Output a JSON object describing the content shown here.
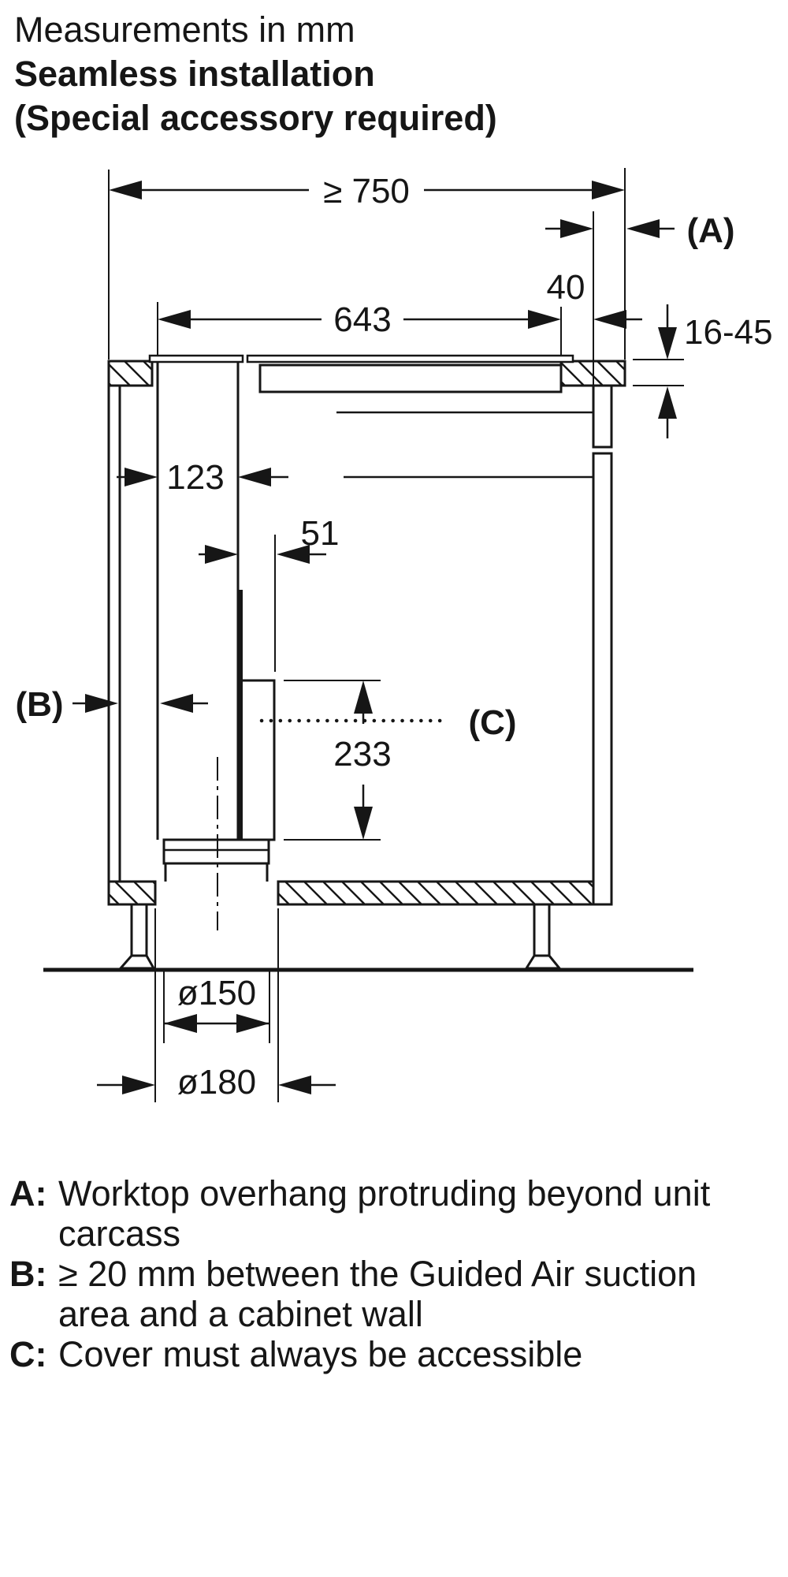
{
  "title": {
    "line1": "Measurements in mm",
    "line2": "Seamless installation",
    "line3": "(Special accessory required)"
  },
  "dimensions": {
    "min_width": "≥ 750",
    "overhang_ref": "40",
    "hob_cutout": "643",
    "worktop_thickness": "16-45",
    "duct_width": "123",
    "cover_clearance": "51",
    "cover_height": "233",
    "duct_inner": "ø150",
    "duct_outer": "ø180",
    "callout_a": "(A)",
    "callout_b": "(B)",
    "callout_c": "(C)"
  },
  "legend": {
    "items": [
      {
        "key": "A:",
        "text": "Worktop overhang protruding beyond unit carcass"
      },
      {
        "key": "B:",
        "text": "≥ 20 mm between the Guided Air suction area and a cabinet wall"
      },
      {
        "key": "C:",
        "text": "Cover must always be accessible"
      }
    ]
  },
  "colors": {
    "line": "#161616",
    "background": "#ffffff"
  }
}
